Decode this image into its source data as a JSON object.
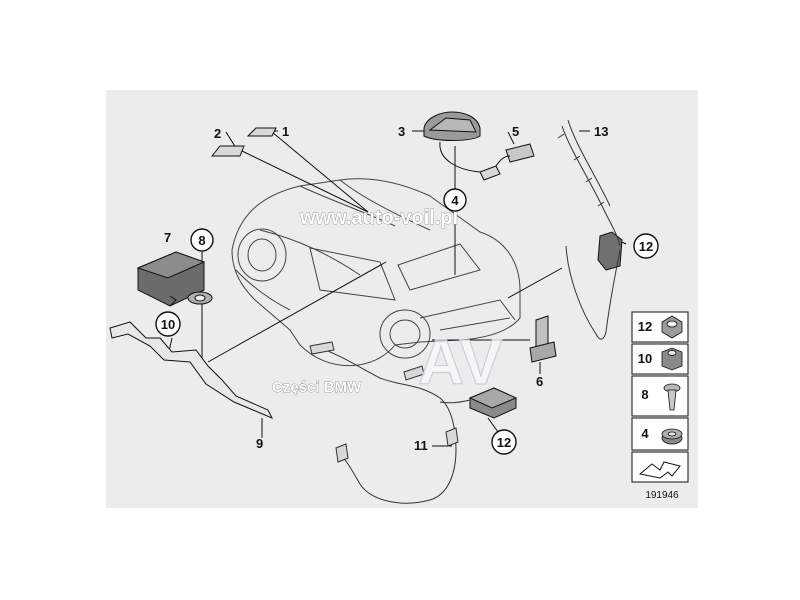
{
  "labels": {
    "p1": "1",
    "p2": "2",
    "p3": "3",
    "p4": "4",
    "p5": "5",
    "p6": "6",
    "p7": "7",
    "p8": "8",
    "p9": "9",
    "p10": "10",
    "p11": "11",
    "p12a": "12",
    "p12b": "12",
    "p13": "13"
  },
  "legend": {
    "row1": "12",
    "row2": "10",
    "row3": "8",
    "row4": "4"
  },
  "diagram_number": "191946",
  "watermarks": {
    "url": "www.auto-voil.pl",
    "parts": "Części BMW",
    "logo": "AV"
  },
  "colors": {
    "background": "#ffffff",
    "panel": "#ececec",
    "line": "#111111",
    "part_fill": "#d8d8d8"
  }
}
